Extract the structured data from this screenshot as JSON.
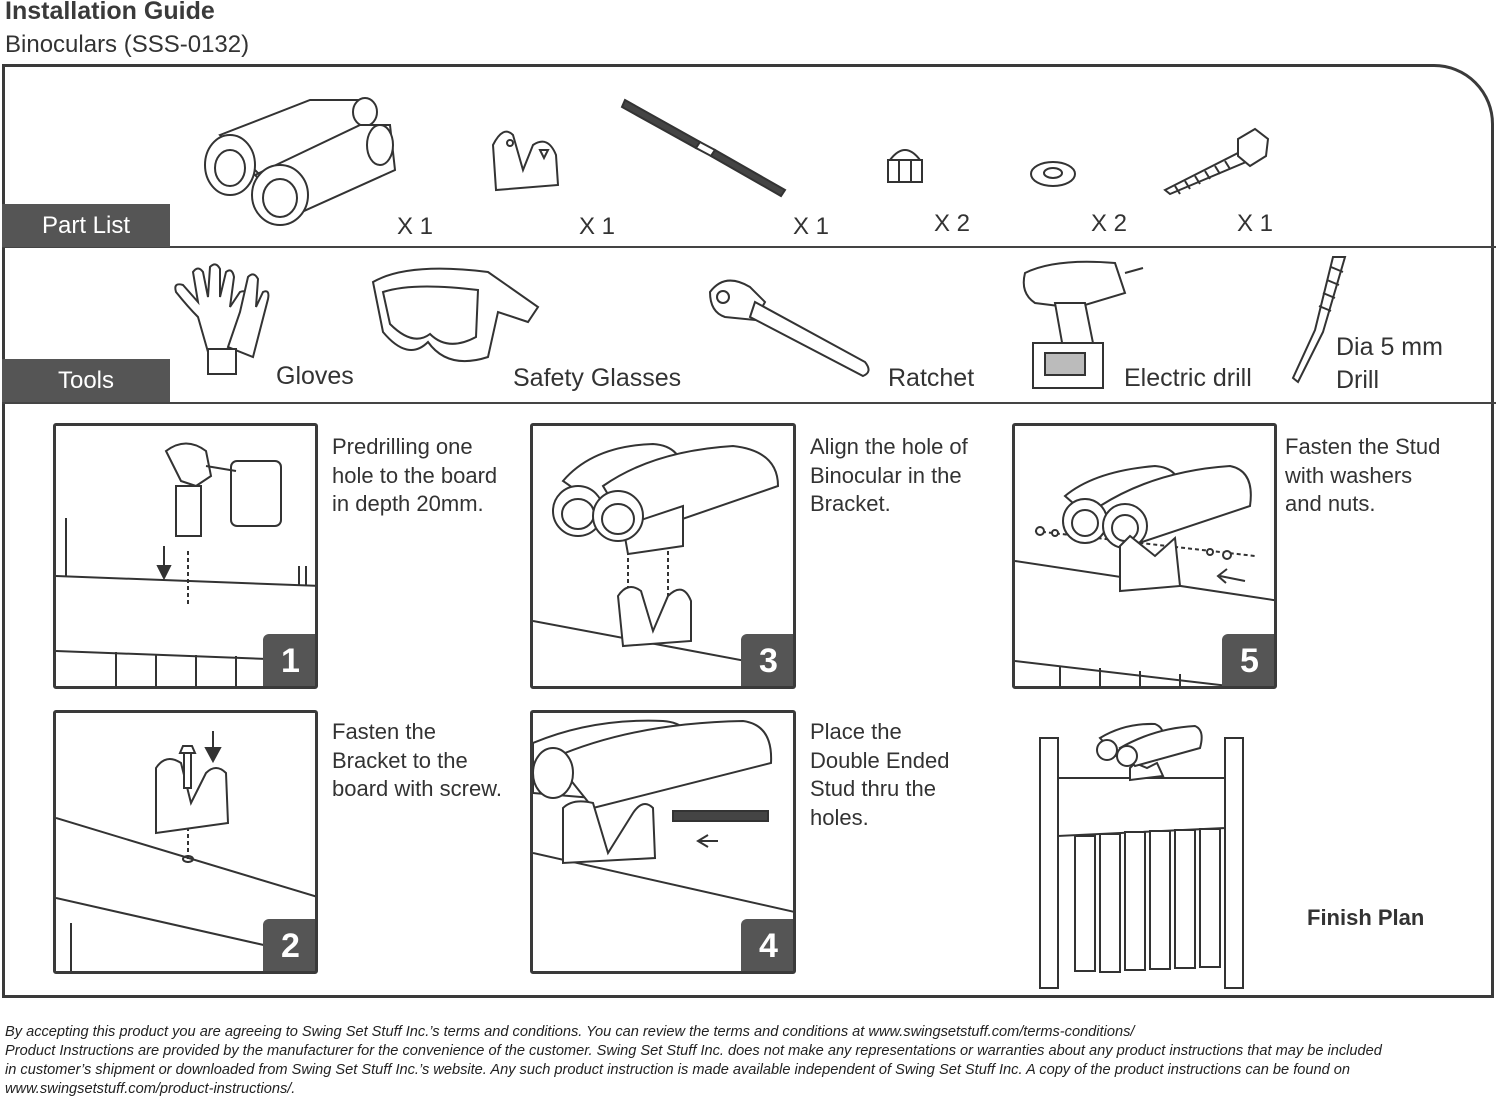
{
  "header": {
    "title": "Installation Guide",
    "subtitle": "Binoculars (SSS-0132)"
  },
  "parts": {
    "label": "Part List",
    "items": [
      {
        "icon": "binoculars-icon",
        "qty": "X 1"
      },
      {
        "icon": "bracket-icon",
        "qty": "X 1"
      },
      {
        "icon": "stud-icon",
        "qty": "X 1"
      },
      {
        "icon": "cap-nut-icon",
        "qty": "X 2"
      },
      {
        "icon": "washer-icon",
        "qty": "X 2"
      },
      {
        "icon": "lag-screw-icon",
        "qty": "X 1"
      }
    ]
  },
  "tools": {
    "label": "Tools",
    "items": [
      {
        "icon": "gloves-icon",
        "name": "Gloves"
      },
      {
        "icon": "safety-glasses-icon",
        "name": "Safety Glasses"
      },
      {
        "icon": "ratchet-icon",
        "name": "Ratchet"
      },
      {
        "icon": "electric-drill-icon",
        "name": "Electric drill"
      },
      {
        "icon": "drill-bit-icon",
        "name_line1": "Dia 5 mm",
        "name_line2": "Drill"
      }
    ]
  },
  "steps": [
    {
      "number": "1",
      "lines": [
        "Predrilling one",
        "hole to the board",
        "in depth 20mm."
      ]
    },
    {
      "number": "2",
      "lines": [
        "Fasten the",
        "Bracket to the",
        "board with screw."
      ]
    },
    {
      "number": "3",
      "lines": [
        "Align the hole of",
        "Binocular in the",
        "Bracket."
      ]
    },
    {
      "number": "4",
      "lines": [
        "Place the",
        "Double Ended",
        "Stud thru the",
        "holes."
      ]
    },
    {
      "number": "5",
      "lines": [
        "Fasten the Stud",
        "with washers",
        "and nuts."
      ]
    }
  ],
  "finish": {
    "label": "Finish Plan"
  },
  "footer": {
    "line1": "By accepting this product you are agreeing to Swing Set Stuff Inc.’s terms and conditions. You can review the terms and conditions at www.swingsetstuff.com/terms-conditions/",
    "line2": "Product Instructions are provided by the manufacturer for the convenience of the customer. Swing Set Stuff Inc. does not make any representations or warranties about any product instructions that may be included",
    "line3": "in customer’s shipment or downloaded from Swing Set Stuff Inc.’s website. Any such product instruction is made available independent of Swing Set Stuff Inc.  A copy of the product instructions can be found on",
    "line4": "www.swingsetstuff.com/product-instructions/."
  }
}
